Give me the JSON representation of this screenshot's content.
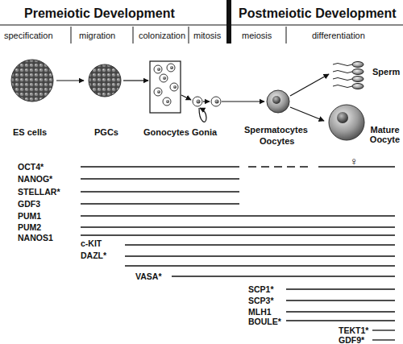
{
  "diagram": {
    "labels": [
      "Premeiotic Development",
      "Postmeiotic Development",
      "specification",
      "migration",
      "colonization",
      "mitosis",
      "meiosis",
      "differentiation",
      "ES cells",
      "PGCs",
      "Gonocytes",
      "Gonia",
      "Spermatocytes",
      "Oocytes",
      "Sperm",
      "Mature Oocyte",
      "OCT4*",
      "♀",
      "NANOG*",
      "STELLAR*",
      "GDF3",
      "PUM1",
      "PUM2",
      "NANOS1",
      "c-KIT",
      "DAZL*",
      "VASA*",
      "SCP1*",
      "SCP3*",
      "MLH1",
      "BOULE*",
      "TEKT1*",
      "GDF9*"
    ]
  }
}
